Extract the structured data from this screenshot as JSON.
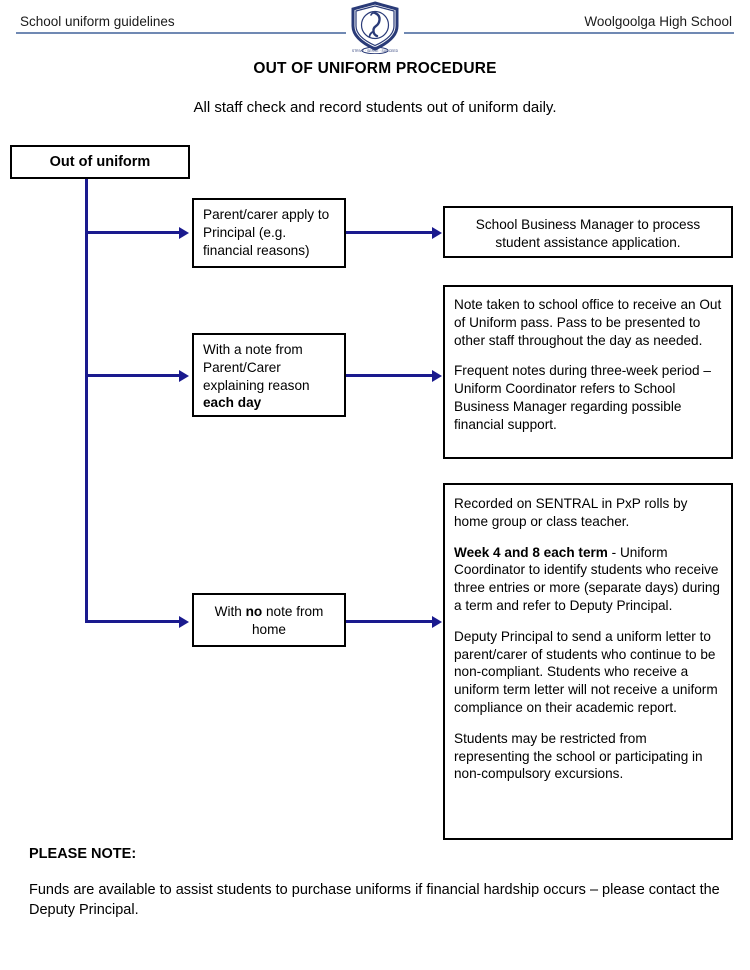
{
  "header": {
    "left_text": "School uniform guidelines",
    "right_text": "Woolgoolga High School",
    "crest_icon": "school-crest-shield-seahorse-icon",
    "rule_color": "#7089b3"
  },
  "title": {
    "heading": "OUT OF UNIFORM PROCEDURE",
    "subheading": "All staff check and record students out of uniform daily."
  },
  "flowchart": {
    "connector_color": "#1a1a8e",
    "box_border_color": "#000000",
    "start": {
      "label": "Out of uniform"
    },
    "branches": [
      {
        "condition": "Parent/carer apply to Principal (e.g. financial reasons)",
        "outcome_paragraphs": [
          "School Business Manager to process student assistance application."
        ]
      },
      {
        "condition_prefix": "With a note from Parent/Carer explaining reason ",
        "condition_bold": "each day",
        "outcome_paragraphs": [
          "Note taken to school office to receive an Out of Uniform pass. Pass to be presented to other staff throughout the day as needed.",
          "Frequent notes during three-week period – Uniform Coordinator refers to School Business Manager regarding possible financial support."
        ]
      },
      {
        "condition_prefix": "With ",
        "condition_bold": "no",
        "condition_suffix": " note from home",
        "outcome_paragraphs": [
          "Recorded on SENTRAL in PxP rolls by home group or class teacher.",
          "Week 4 and 8 each term - Uniform Coordinator to identify students who receive three entries or more (separate days) during a term and refer to Deputy Principal.",
          "Deputy Principal to send a uniform letter to parent/carer of students who continue to be non-compliant. Students who receive a uniform term letter will not receive a uniform compliance on their academic report.",
          "Students may be restricted from representing the school or participating in non-compulsory excursions."
        ],
        "outcome_bold_lead": "Week 4 and 8 each term",
        "outcome_after_bold": " - Uniform Coordinator to identify students who receive three entries or more (separate days) during a term and refer to Deputy Principal."
      }
    ]
  },
  "footer": {
    "note_heading": "PLEASE NOTE:",
    "note_body": "Funds are available to assist students to purchase uniforms if financial hardship occurs – please contact the Deputy Principal."
  }
}
